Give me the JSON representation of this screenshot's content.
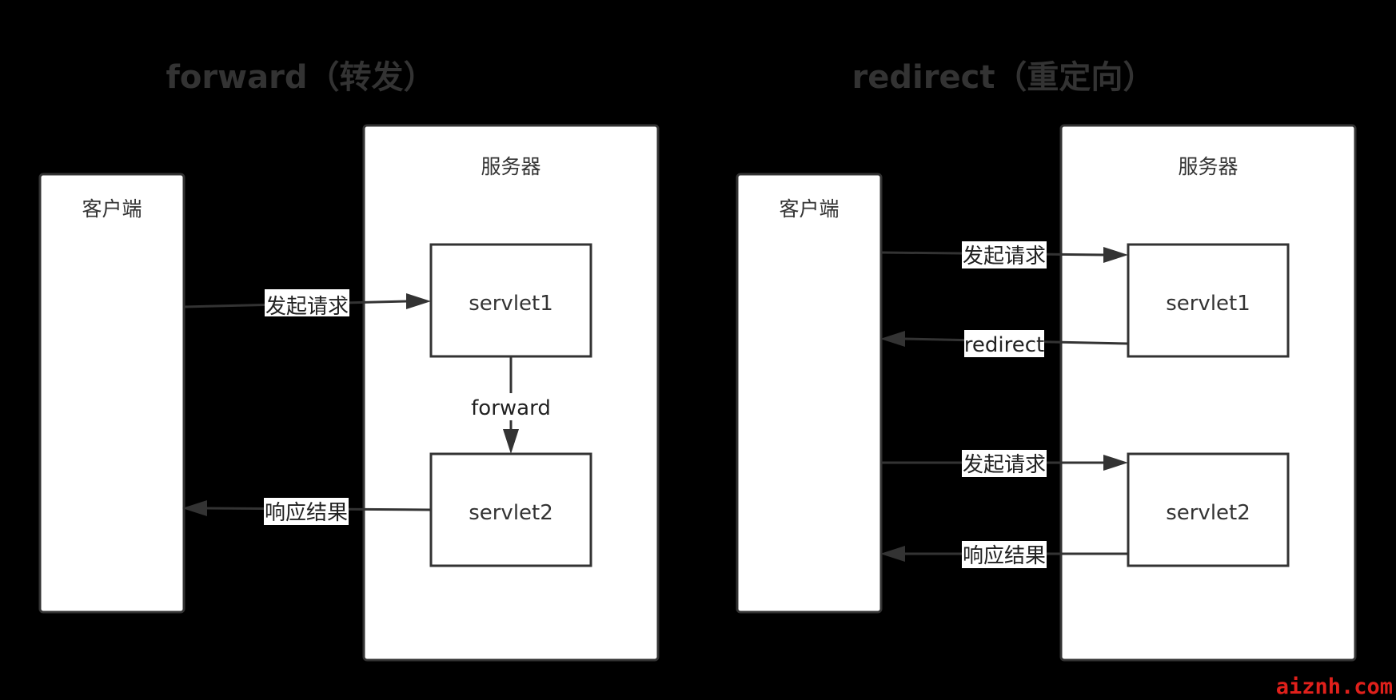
{
  "diagrams": [
    {
      "title": "forward（转发）",
      "client_label": "客户端",
      "server_label": "服务器",
      "servlet1_label": "servlet1",
      "servlet2_label": "servlet2",
      "edges": {
        "request": "发起请求",
        "forward": "forward",
        "response": "响应结果"
      }
    },
    {
      "title": "redirect（重定向）",
      "client_label": "客户端",
      "server_label": "服务器",
      "servlet1_label": "servlet1",
      "servlet2_label": "servlet2",
      "edges": {
        "request1": "发起请求",
        "redirect": "redirect",
        "request2": "发起请求",
        "response": "响应结果"
      }
    }
  ],
  "watermark": "aiznh.com",
  "colors": {
    "background": "#000000",
    "box_fill": "#ffffff",
    "stroke": "#333333",
    "watermark": "#e0201b"
  }
}
